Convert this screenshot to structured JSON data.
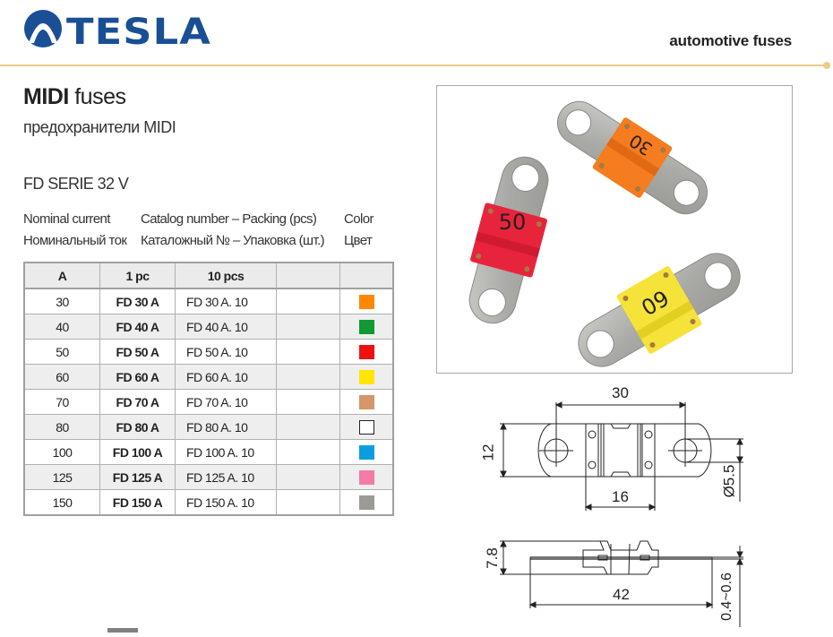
{
  "header": {
    "brand": "TESLA",
    "section_label": "automotive fuses",
    "brand_color": "#1a4f96",
    "rule_color": "#f0c98a"
  },
  "title": {
    "bold": "MIDI",
    "light": "fuses",
    "subtitle": "предохранители MIDI",
    "series": "FD SERIE 32 V"
  },
  "legend": {
    "current_en": "Nominal current",
    "current_ru": "Номинальный ток",
    "catalog_en": "Catalog number – Packing (pcs)",
    "catalog_ru": "Каталожный № – Упаковка (шт.)",
    "color_en": "Color",
    "color_ru": "Цвет"
  },
  "table": {
    "headers": [
      "A",
      "1 pc",
      "10 pcs",
      "",
      ""
    ],
    "rows": [
      {
        "current": "30",
        "one_pc": "FD 30 A",
        "ten_pcs": "FD 30 A. 10",
        "color": "#ff8800"
      },
      {
        "current": "40",
        "one_pc": "FD 40 A",
        "ten_pcs": "FD 40 A. 10",
        "color": "#119933"
      },
      {
        "current": "50",
        "one_pc": "FD 50 A",
        "ten_pcs": "FD 50 A. 10",
        "color": "#ee1111"
      },
      {
        "current": "60",
        "one_pc": "FD 60 A",
        "ten_pcs": "FD 60 A. 10",
        "color": "#ffe600"
      },
      {
        "current": "70",
        "one_pc": "FD 70 A",
        "ten_pcs": "FD 70 A. 10",
        "color": "#d4966a"
      },
      {
        "current": "80",
        "one_pc": "FD 80 A",
        "ten_pcs": "FD 80 A. 10",
        "color": "#ffffff"
      },
      {
        "current": "100",
        "one_pc": "FD 100 A",
        "ten_pcs": "FD 100 A. 10",
        "color": "#0a9ee0"
      },
      {
        "current": "125",
        "one_pc": "FD 125 A",
        "ten_pcs": "FD 125 A. 10",
        "color": "#f47aa8"
      },
      {
        "current": "150",
        "one_pc": "FD 150 A",
        "ten_pcs": "FD 150 A. 10",
        "color": "#9c9a98"
      }
    ]
  },
  "photo": {
    "fuse_labels": [
      "30",
      "50",
      "60"
    ],
    "fuse_colors": [
      "#f57c1f",
      "#e8243c",
      "#f5e33a"
    ]
  },
  "drawings": {
    "top_view": {
      "width_between_holes": "30",
      "height": "12",
      "body_width": "16",
      "hole_diameter": "Ø5.5"
    },
    "side_view": {
      "thickness": "7.8",
      "total_length": "42",
      "blade_thickness": "0.4~0.6"
    }
  }
}
